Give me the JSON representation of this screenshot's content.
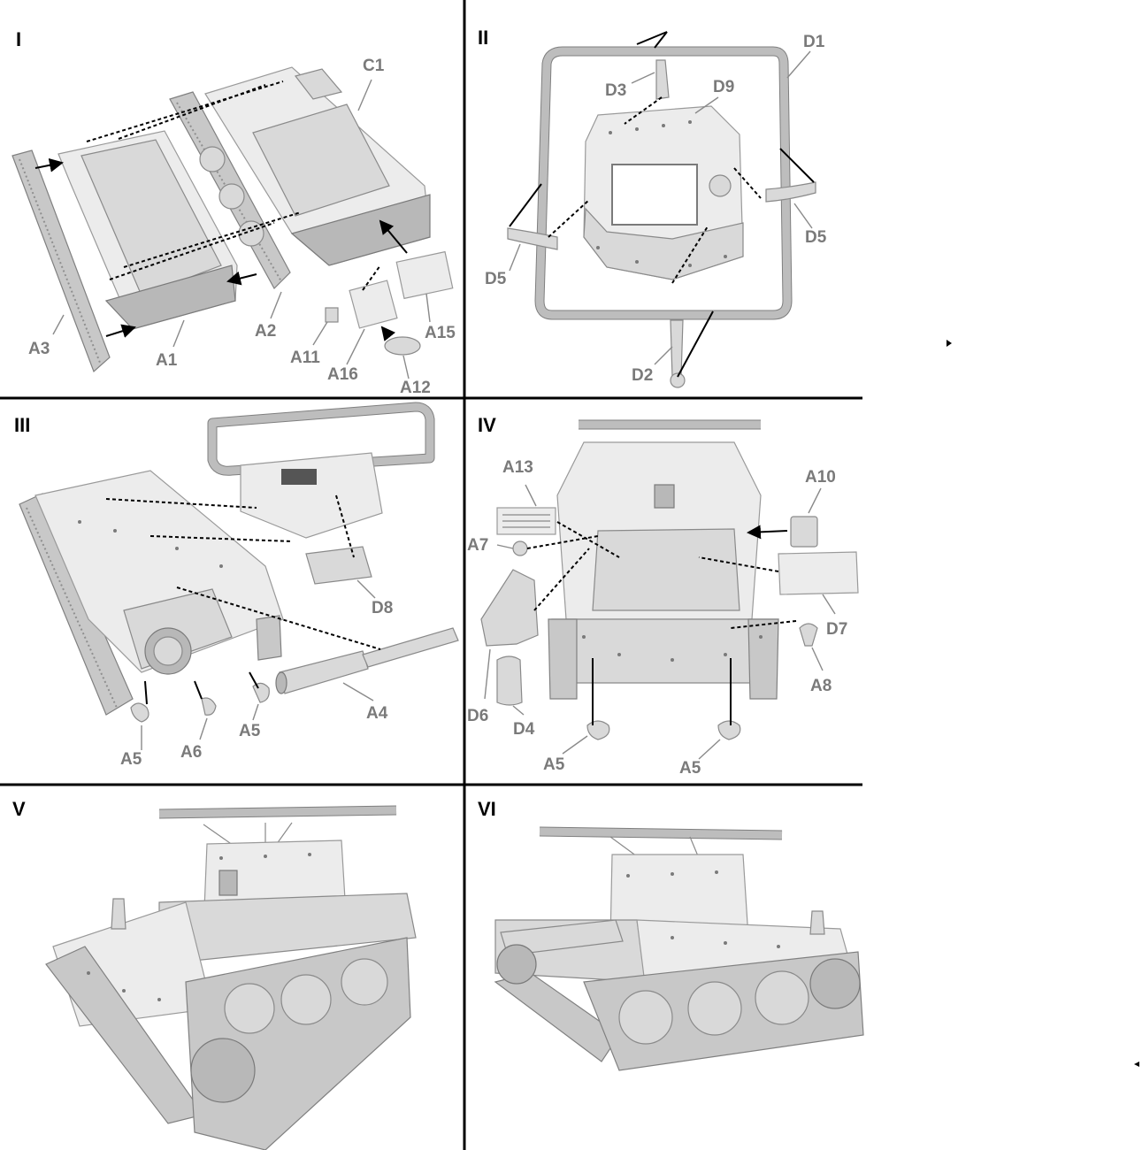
{
  "panels": [
    {
      "step": "I",
      "callouts": [
        "C1",
        "A3",
        "A1",
        "A2",
        "A11",
        "A16",
        "A15",
        "A12"
      ]
    },
    {
      "step": "II",
      "callouts": [
        "D1",
        "D3",
        "D9",
        "D5",
        "D5",
        "D2"
      ]
    },
    {
      "step": "III",
      "callouts": [
        "D8",
        "A4",
        "A5",
        "A6",
        "A5"
      ]
    },
    {
      "step": "IV",
      "callouts": [
        "A13",
        "A10",
        "A7",
        "D7",
        "A8",
        "D6",
        "D4",
        "A5",
        "A5"
      ]
    },
    {
      "step": "V",
      "callouts": []
    },
    {
      "step": "VI",
      "callouts": []
    }
  ],
  "colors": {
    "callout_text": "#7a7a7a",
    "step_text": "#000000",
    "part_fill": "#d9d9d9",
    "divider": "#000000"
  }
}
